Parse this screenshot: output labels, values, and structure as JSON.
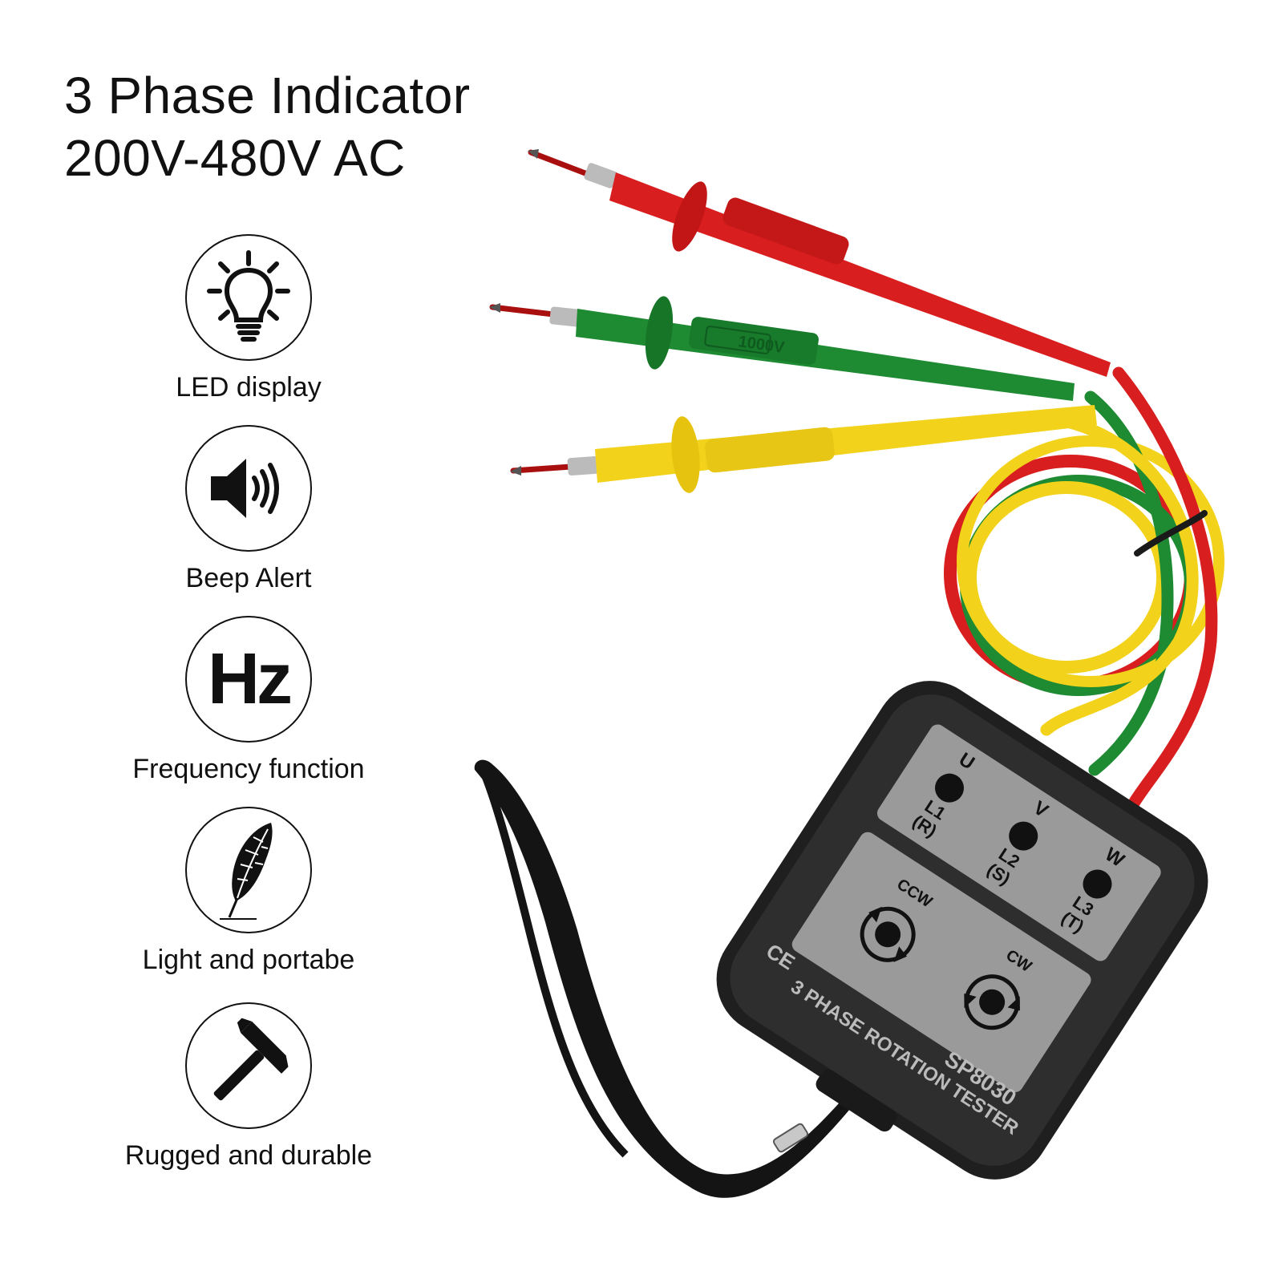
{
  "headline": {
    "line1": "3 Phase Indicator",
    "line2": "200V-480V AC"
  },
  "features": [
    {
      "icon": "lightbulb-icon",
      "label": "LED display"
    },
    {
      "icon": "speaker-icon",
      "label": "Beep Alert"
    },
    {
      "icon": "hz-icon",
      "label": "Frequency function",
      "icon_text": "Hz"
    },
    {
      "icon": "feather-icon",
      "label": "Light and portabe"
    },
    {
      "icon": "hammer-icon",
      "label": "Rugged and durable"
    }
  ],
  "device": {
    "model": "SP8030",
    "name": "3 PHASE ROTATION TESTER",
    "cert_mark": "CE",
    "probe_rating": "1000V",
    "phases": [
      {
        "letter": "U",
        "line": "L1",
        "code": "(R)"
      },
      {
        "letter": "V",
        "line": "L2",
        "code": "(S)"
      },
      {
        "letter": "W",
        "line": "L3",
        "code": "(T)"
      }
    ],
    "rotation": [
      {
        "label": "CCW"
      },
      {
        "label": "CW"
      }
    ]
  },
  "colors": {
    "red": "#d81e1e",
    "green": "#1e8a32",
    "yellow": "#f2d21a",
    "body": "#2a2a2a",
    "panel": "#9a9a9a"
  }
}
